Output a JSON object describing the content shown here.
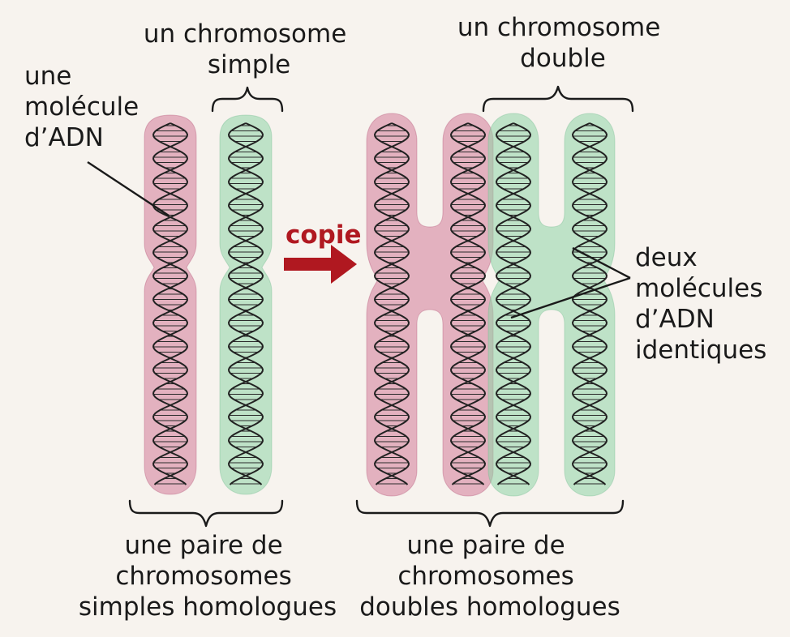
{
  "labels": {
    "dna_molecule": [
      "une",
      "molécule",
      "d’ADN"
    ],
    "simple_chromosome": [
      "un chromosome",
      "simple"
    ],
    "double_chromosome": [
      "un chromosome",
      "double"
    ],
    "copy_arrow": "copie",
    "identical_dna": [
      "deux",
      "molécules",
      "d’ADN",
      "identiques"
    ],
    "simple_pair": [
      "une paire de",
      "chromosomes",
      "simples homologues"
    ],
    "double_pair": [
      "une paire de",
      "chromosomes",
      "doubles homologues"
    ]
  },
  "colors": {
    "background": "#f7f3ee",
    "maternal_chromosome": "#c7557e",
    "paternal_chromosome": "#8fd3a8",
    "arrow": "#b01820",
    "text": "#1a1a1a"
  }
}
